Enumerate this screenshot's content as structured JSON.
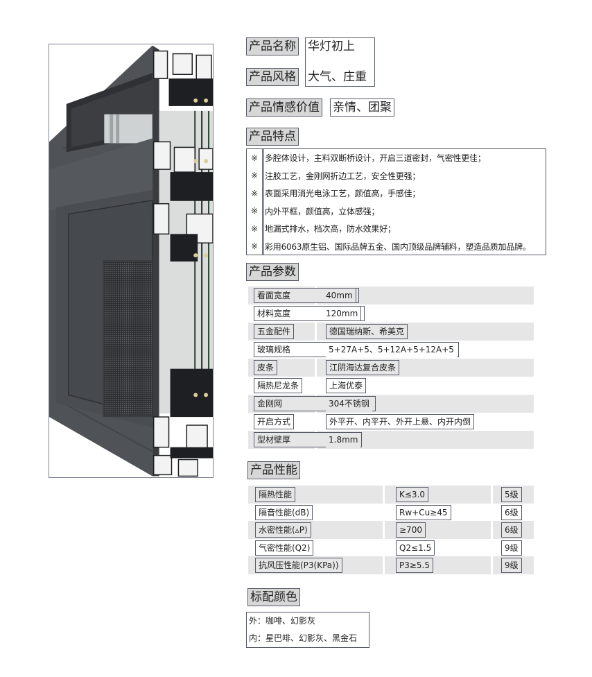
{
  "product_image": {
    "alt": "aluminum-casement-window-cross-section",
    "frame_color": "#4a4d52",
    "profile_color": "#f2f2f2",
    "glass_color": "#d8dbda"
  },
  "header": {
    "name_label": "产品名称",
    "name_value": "华灯初上",
    "style_label": "产品风格",
    "style_value": "大气、庄重",
    "emotion_label": "产品情感价值",
    "emotion_value": "亲情、团聚"
  },
  "features": {
    "title": "产品特点",
    "mark": "※",
    "items": [
      "多腔体设计，主料双断桥设计，开启三道密封，气密性更佳；",
      "注胶工艺，金刚网折边工艺，安全性更强；",
      "表面采用消光电泳工艺，颜值高，手感佳；",
      "内外平框，颜值高，立体感强；",
      "地漏式排水，档次高，防水效果好；",
      "彩用6063原生铝、国际品牌五金、国内顶级品牌辅料，塑造品质加品牌。"
    ]
  },
  "params": {
    "title": "产品参数",
    "rows": [
      {
        "label": "看面宽度",
        "value": "40mm"
      },
      {
        "label": "材料宽度",
        "value": "120mm"
      },
      {
        "label": "五金配件",
        "value": "德国瑞纳斯、希美克"
      },
      {
        "label": "玻璃规格",
        "value": "5+27A+5、5+12A+5+12A+5"
      },
      {
        "label": "皮条",
        "value": "江阴海达复合皮条"
      },
      {
        "label": "隔热尼龙条",
        "value": "上海优泰"
      },
      {
        "label": "金刚网",
        "value": "304不锈钢"
      },
      {
        "label": "开启方式",
        "value": "外平开、内平开、外开上悬、内开内倒"
      },
      {
        "label": "型材壁厚",
        "value": "1.8mm"
      }
    ]
  },
  "performance": {
    "title": "产品性能",
    "rows": [
      {
        "label": "隔热性能",
        "value": "K≤3.0",
        "grade": "5级"
      },
      {
        "label": "隔音性能(dB)",
        "value": "Rw+Cu≥45",
        "grade": "6级"
      },
      {
        "label": "水密性能(▵P)",
        "value": "≥700",
        "grade": "6级"
      },
      {
        "label": "气密性能(Q2)",
        "value": "Q2≤1.5",
        "grade": "9级"
      },
      {
        "label": "抗风压性能(P3(KPa))",
        "value": "P3≥5.5",
        "grade": "9级"
      }
    ]
  },
  "colors": {
    "title": "标配颜色",
    "outer": "外：咖啡、幻影灰",
    "inner": "内：星巴啡、幻影灰、黑金石"
  }
}
